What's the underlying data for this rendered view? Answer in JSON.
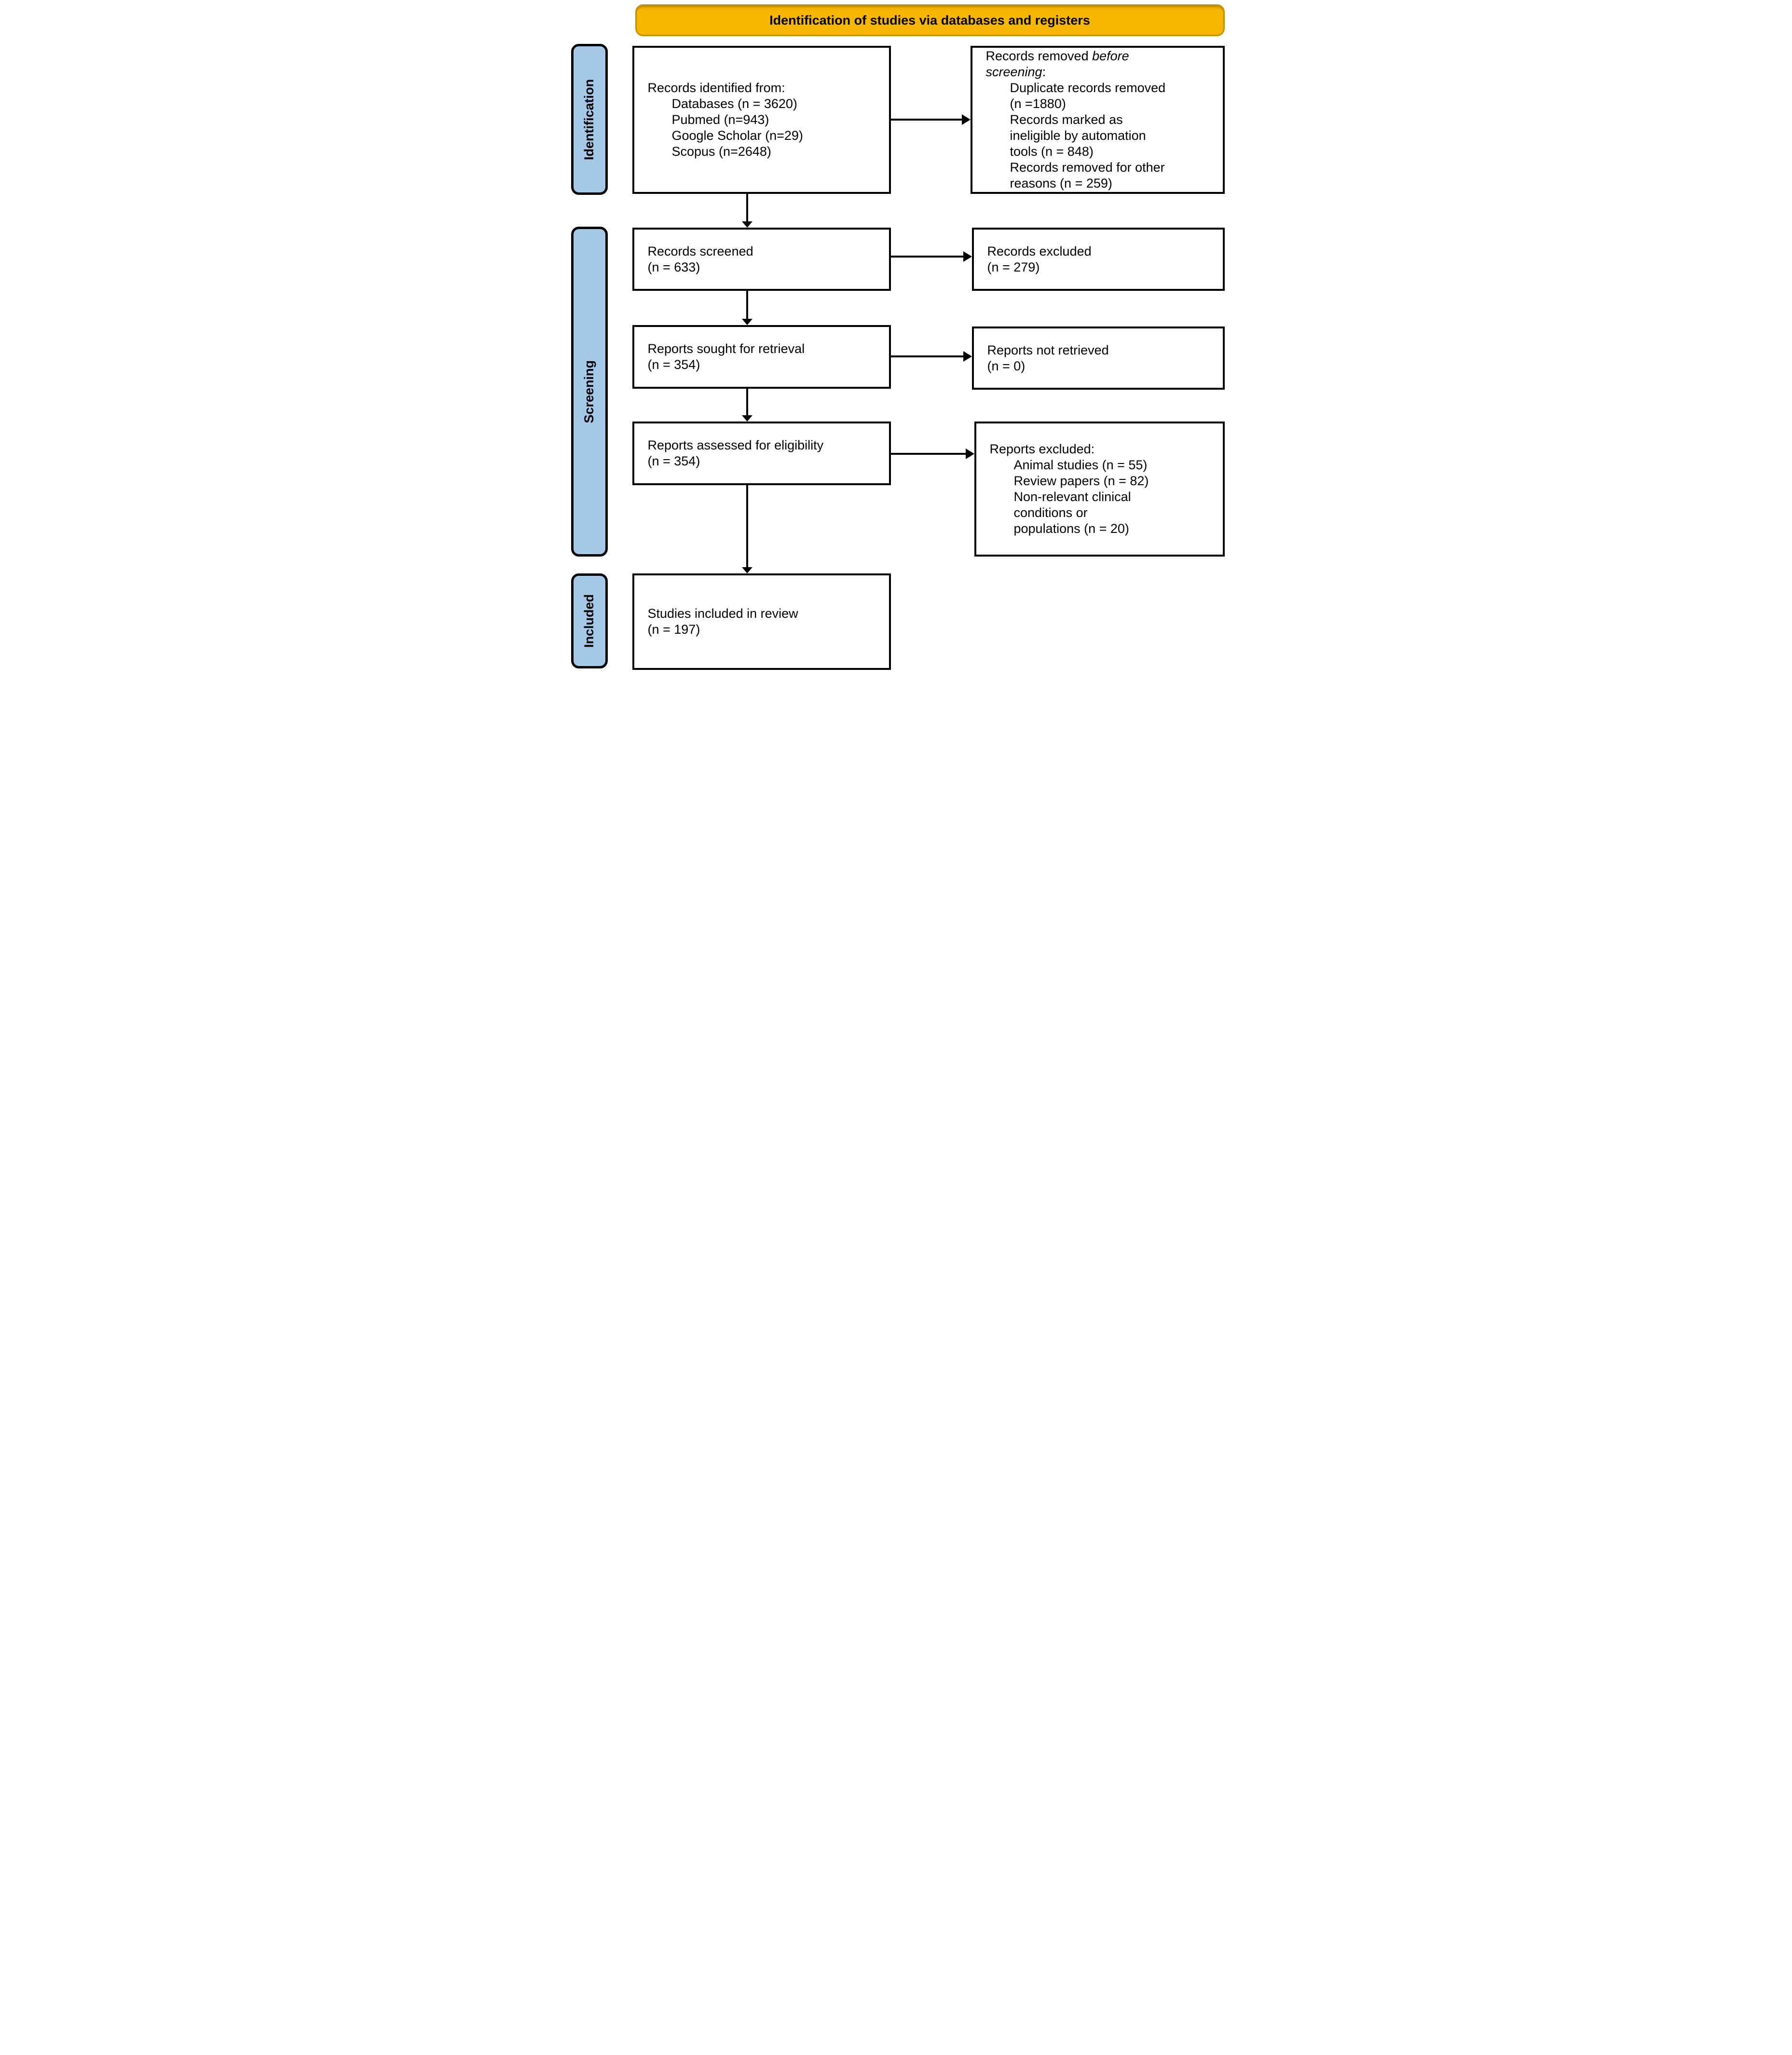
{
  "banner": {
    "label": "Identification of studies via databases and registers"
  },
  "colors": {
    "banner_fill": "#F7B600",
    "banner_border": "#C19200",
    "stage_blue": "#A5C8E9",
    "line_black": "#000000",
    "box_bg": "#FFFFFF"
  },
  "stages": [
    {
      "label": "Identification"
    },
    {
      "label": "Screening"
    },
    {
      "label": "Included"
    }
  ],
  "boxes": {
    "identified": {
      "title": "Records identified from:",
      "items": [
        "Databases (n = 3620)",
        "Pubmed (n=943)",
        "Google Scholar (n=29)",
        "Scopus (n=2648)"
      ]
    },
    "removed": {
      "title_prefix": "Records removed ",
      "title_italic": "before screening",
      "title_suffix": ":",
      "items": [
        "Duplicate records removed (n =1880)",
        "Records marked as ineligible by automation tools (n = 848)",
        "Records removed for other reasons (n = 259)"
      ]
    },
    "screened": {
      "line1": "Records screened",
      "line2": "(n = 633)"
    },
    "records_excluded": {
      "line1": "Records excluded",
      "line2": "(n = 279)"
    },
    "sought": {
      "line1": "Reports sought for retrieval",
      "line2": "(n = 354)"
    },
    "not_retrieved": {
      "line1": "Reports not retrieved",
      "line2": "(n = 0)"
    },
    "assessed": {
      "line1": "Reports assessed for eligibility",
      "line2": "(n = 354)"
    },
    "reports_excluded": {
      "title": "Reports excluded:",
      "items": [
        "Animal studies (n = 55)",
        "Review papers (n = 82)",
        "Non-relevant clinical conditions or populations (n = 20)"
      ]
    },
    "included_review": {
      "line1": "Studies included in review",
      "line2": "(n = 197)"
    }
  }
}
